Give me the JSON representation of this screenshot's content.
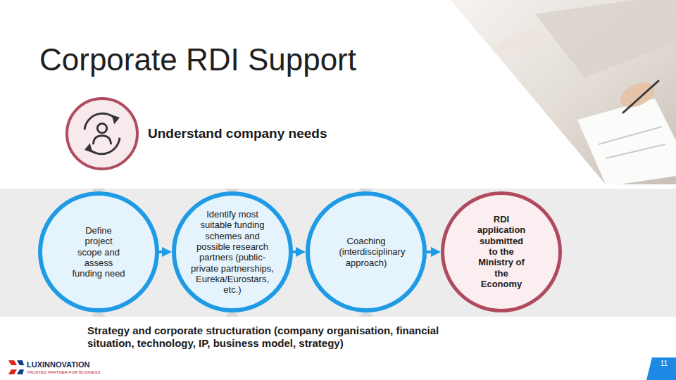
{
  "diagram": {
    "title": "Corporate RDI Support",
    "nodes": [
      {
        "text": [
          "Understand company needs"
        ]
      },
      {
        "text": [
          "Define project scope and assess funding need"
        ]
      },
      {
        "text": [
          "Identify most suitable funding schemes and possible research partners (public-private partnerships, Eureka/Eurostars, etc.)"
        ]
      },
      {
        "text": [
          "Coaching (interdisciplinary approach)"
        ]
      },
      {
        "text": [
          "RDI application submitted to the Ministry of the Economy"
        ]
      }
    ],
    "edges": [
      {
        "from": 1,
        "to": 2,
        "arrow": "to"
      },
      {
        "from": 2,
        "to": 3,
        "arrow": "to"
      },
      {
        "from": 3,
        "to": 4,
        "arrow": "to"
      }
    ],
    "labels": [
      "Strategy and corporate structuration (company organisation, financial situation, technology, IP, business model, strategy)",
      "LUXINNOVATION",
      "TRUSTED PARTNER FOR BUSINESS",
      "11"
    ]
  }
}
